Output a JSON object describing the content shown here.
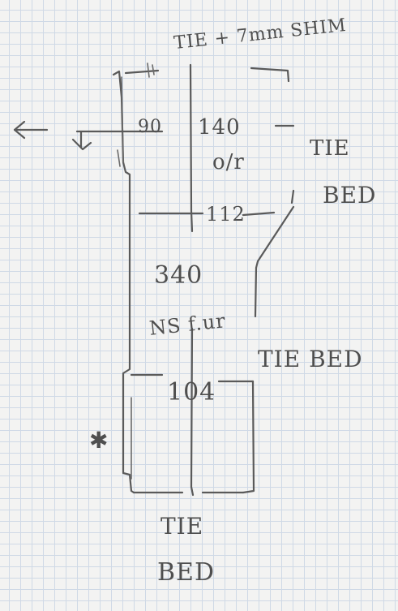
{
  "sheet": {
    "background": "#f3f3f2",
    "grid_color": "#cfd9e6",
    "pencil_color": "#5a5a5a"
  },
  "labels": {
    "tie_shim": "TIE + 7mm SHIM",
    "dim_90": "90",
    "dim_140": "140",
    "dim_140_sub": "o/r",
    "tie_bed_upper": "TIE",
    "tie_bed_upper_2": "BED",
    "dim_112": "112",
    "dim_340": "340",
    "dim_340_sub": "NS f.ur",
    "tie_bed_middle": "TIE BED",
    "dim_104": "104",
    "asterisk": "✱",
    "tie_bed_bottom": "TIE",
    "tie_bed_bottom_2": "BED",
    "arrow_left": "←"
  }
}
